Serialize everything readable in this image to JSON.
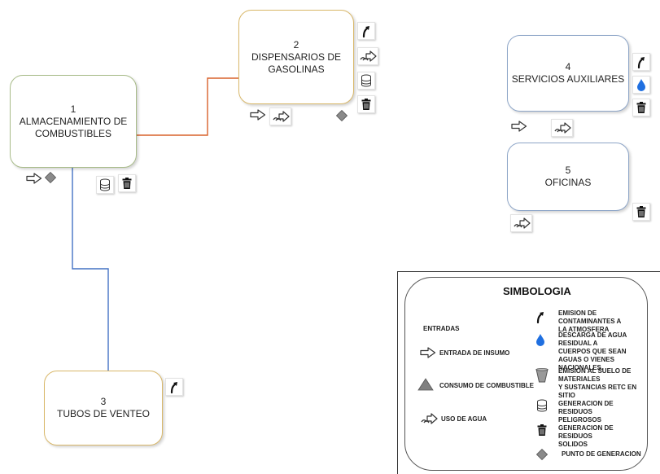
{
  "nodes": {
    "n1": {
      "num": "1",
      "line1": "ALMACENAMIENTO DE",
      "line2": "COMBUSTIBLES"
    },
    "n2": {
      "num": "2",
      "line1": "DISPENSARIOS DE",
      "line2": "GASOLINAS"
    },
    "n3": {
      "num": "3",
      "line1": "TUBOS DE VENTEO",
      "line2": ""
    },
    "n4": {
      "num": "4",
      "line1": "SERVICIOS AUXILIARES",
      "line2": ""
    },
    "n5": {
      "num": "5",
      "line1": "OFICINAS",
      "line2": ""
    }
  },
  "legend": {
    "title": "SIMBOLOGIA",
    "entradas": "ENTRADAS",
    "entrada_insumo": "ENTRADA DE INSUMO",
    "consumo_combustible": "CONSUMO DE COMBUSTIBLE",
    "uso_agua": "USO DE AGUA",
    "emision_atm_1": "EMISION DE CONTAMINANTES A",
    "emision_atm_2": "LA ATMOSFERA",
    "descarga_1": "DESCARGA DE AGUA RESIDUAL A",
    "descarga_2": "CUERPOS QUE SEAN AGUAS O VIENES",
    "descarga_3": "NACIONALES.",
    "emision_suelo_1": "EMISION AL SUELO DE MATERIALES",
    "emision_suelo_2": "Y SUSTANCIAS RETC EN SITIO",
    "peligrosos_1": "GENERACION DE RESIDUOS",
    "peligrosos_2": "PELIGROSOS",
    "solidos_1": "GENERACION DE RESIDUOS",
    "solidos_2": "SOLIDOS",
    "punto": "PUNTO DE GENERACION"
  },
  "colors": {
    "connector_orange": "#d9622b",
    "connector_blue": "#4472c4",
    "node_border_green": "#a9bc8a",
    "node_border_gold": "#d9b86a",
    "node_border_blue": "#8ea6c8",
    "water_drop": "#1f6fe0",
    "diamond": "#8a8a8a"
  },
  "icon_types": [
    "entrada-insumo-icon",
    "consumo-combustible-icon",
    "uso-agua-icon",
    "emision-atmosfera-icon",
    "descarga-agua-icon",
    "emision-suelo-icon",
    "residuos-peligrosos-icon",
    "residuos-solidos-icon",
    "punto-generacion-icon"
  ]
}
